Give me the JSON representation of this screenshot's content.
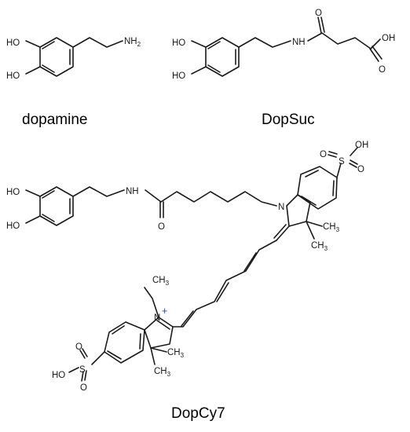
{
  "molecules": [
    {
      "name": "dopamine",
      "labels": {
        "ho_top": "HO",
        "ho_bottom": "HO",
        "amine": "NH",
        "amine_sub": "2"
      }
    },
    {
      "name": "DopSuc",
      "labels": {
        "ho_top": "HO",
        "ho_bottom": "HO",
        "amide_nh": "NH",
        "oxo_amide": "O",
        "oxo_acid": "O",
        "oh_acid": "OH"
      }
    },
    {
      "name": "DopCy7",
      "labels": {
        "ho_top": "HO",
        "ho_bottom": "HO",
        "amide_nh": "NH",
        "oxo_amide": "O",
        "n_top": "N",
        "sulfo_top_s": "S",
        "sulfo_top_oh": "OH",
        "sulfo_top_o1": "O",
        "sulfo_top_o2": "O",
        "ch3_top_a": "CH",
        "ch3_top_a_sub": "3",
        "ch3_top_b": "CH",
        "ch3_top_b_sub": "3",
        "n_bottom": "N",
        "n_bottom_charge": "+",
        "ethyl_ch3": "CH",
        "ethyl_ch3_sub": "3",
        "ch3_bottom_a": "CH",
        "ch3_bottom_a_sub": "3",
        "ch3_bottom_b": "CH",
        "ch3_bottom_b_sub": "3",
        "sulfo_bottom_s": "S",
        "sulfo_bottom_oh": "HO",
        "sulfo_bottom_o1": "O",
        "sulfo_bottom_o2": "O"
      }
    }
  ]
}
